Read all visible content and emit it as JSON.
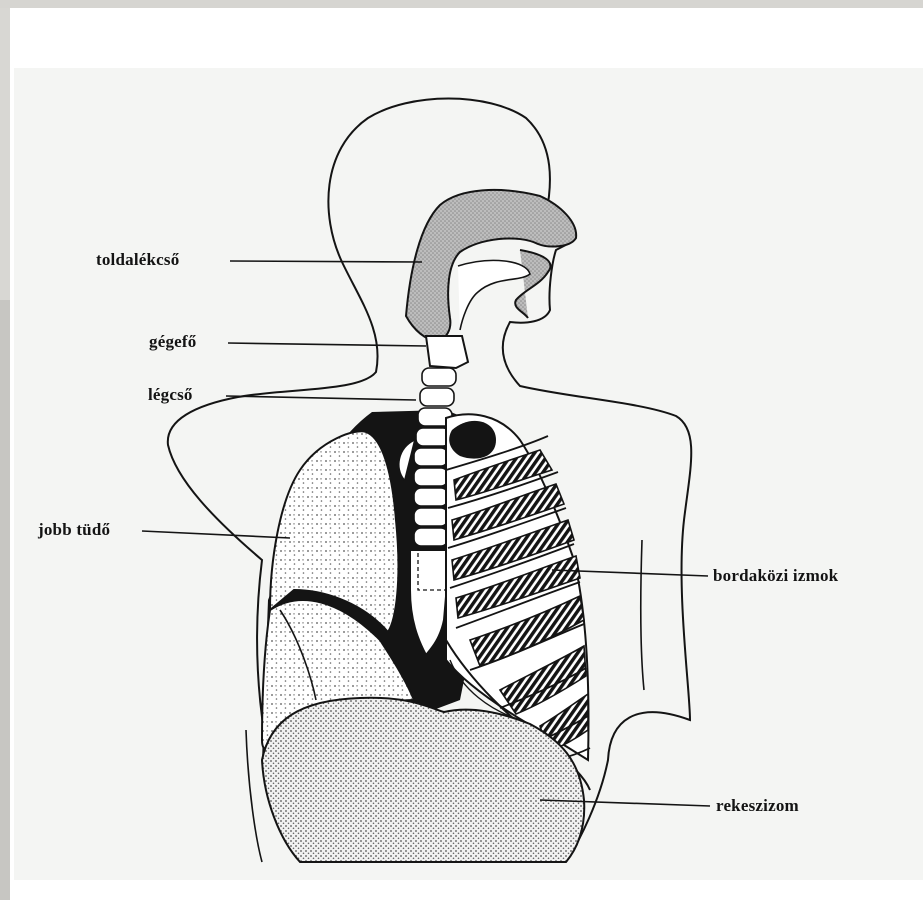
{
  "diagram": {
    "labels": {
      "toldalekcso": "toldalékcső",
      "gegefo": "gégefő",
      "legcso": "légcső",
      "jobb_tudo": "jobb tüdő",
      "bordakozi_izmok": "bordaközi izmok",
      "rekeszizom": "rekeszizom"
    },
    "colors": {
      "ink": "#141414",
      "stipple": "#6a6a6a",
      "background": "#f4f5f3"
    }
  }
}
